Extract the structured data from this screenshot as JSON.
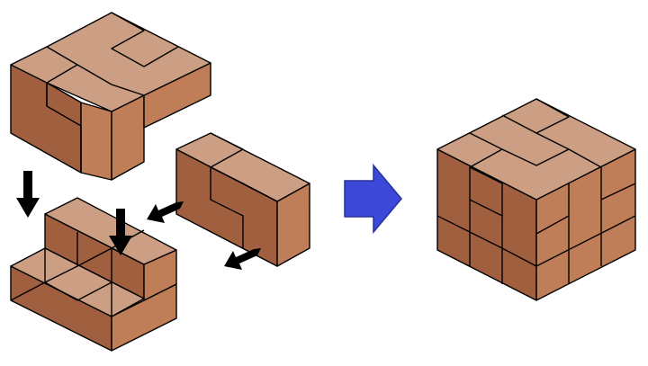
{
  "colors": {
    "top": "#cc9f84",
    "right": "#bf7d58",
    "left": "#a06040",
    "outline": "#000000",
    "arrow_black": "#000000",
    "arrow_blue": "#3c48d8",
    "arrow_blue_outline": "#28309a",
    "background": "#ffffff"
  },
  "pieces": [
    {
      "name": "piece-top-left",
      "description_icon": "cube-piece-icon"
    },
    {
      "name": "piece-bottom-left",
      "description_icon": "cube-piece-icon"
    },
    {
      "name": "piece-right",
      "description_icon": "cube-piece-icon"
    }
  ],
  "result": {
    "name": "assembled-cube",
    "description_icon": "cube-icon"
  },
  "arrows": [
    {
      "name": "arrow-down-left",
      "icon": "arrow-down-icon"
    },
    {
      "name": "arrow-down-center",
      "icon": "arrow-down-icon"
    },
    {
      "name": "arrow-into-slot-upper",
      "icon": "arrow-down-left-icon"
    },
    {
      "name": "arrow-into-slot-lower",
      "icon": "arrow-down-left-icon"
    },
    {
      "name": "arrow-result",
      "icon": "arrow-right-icon"
    }
  ]
}
